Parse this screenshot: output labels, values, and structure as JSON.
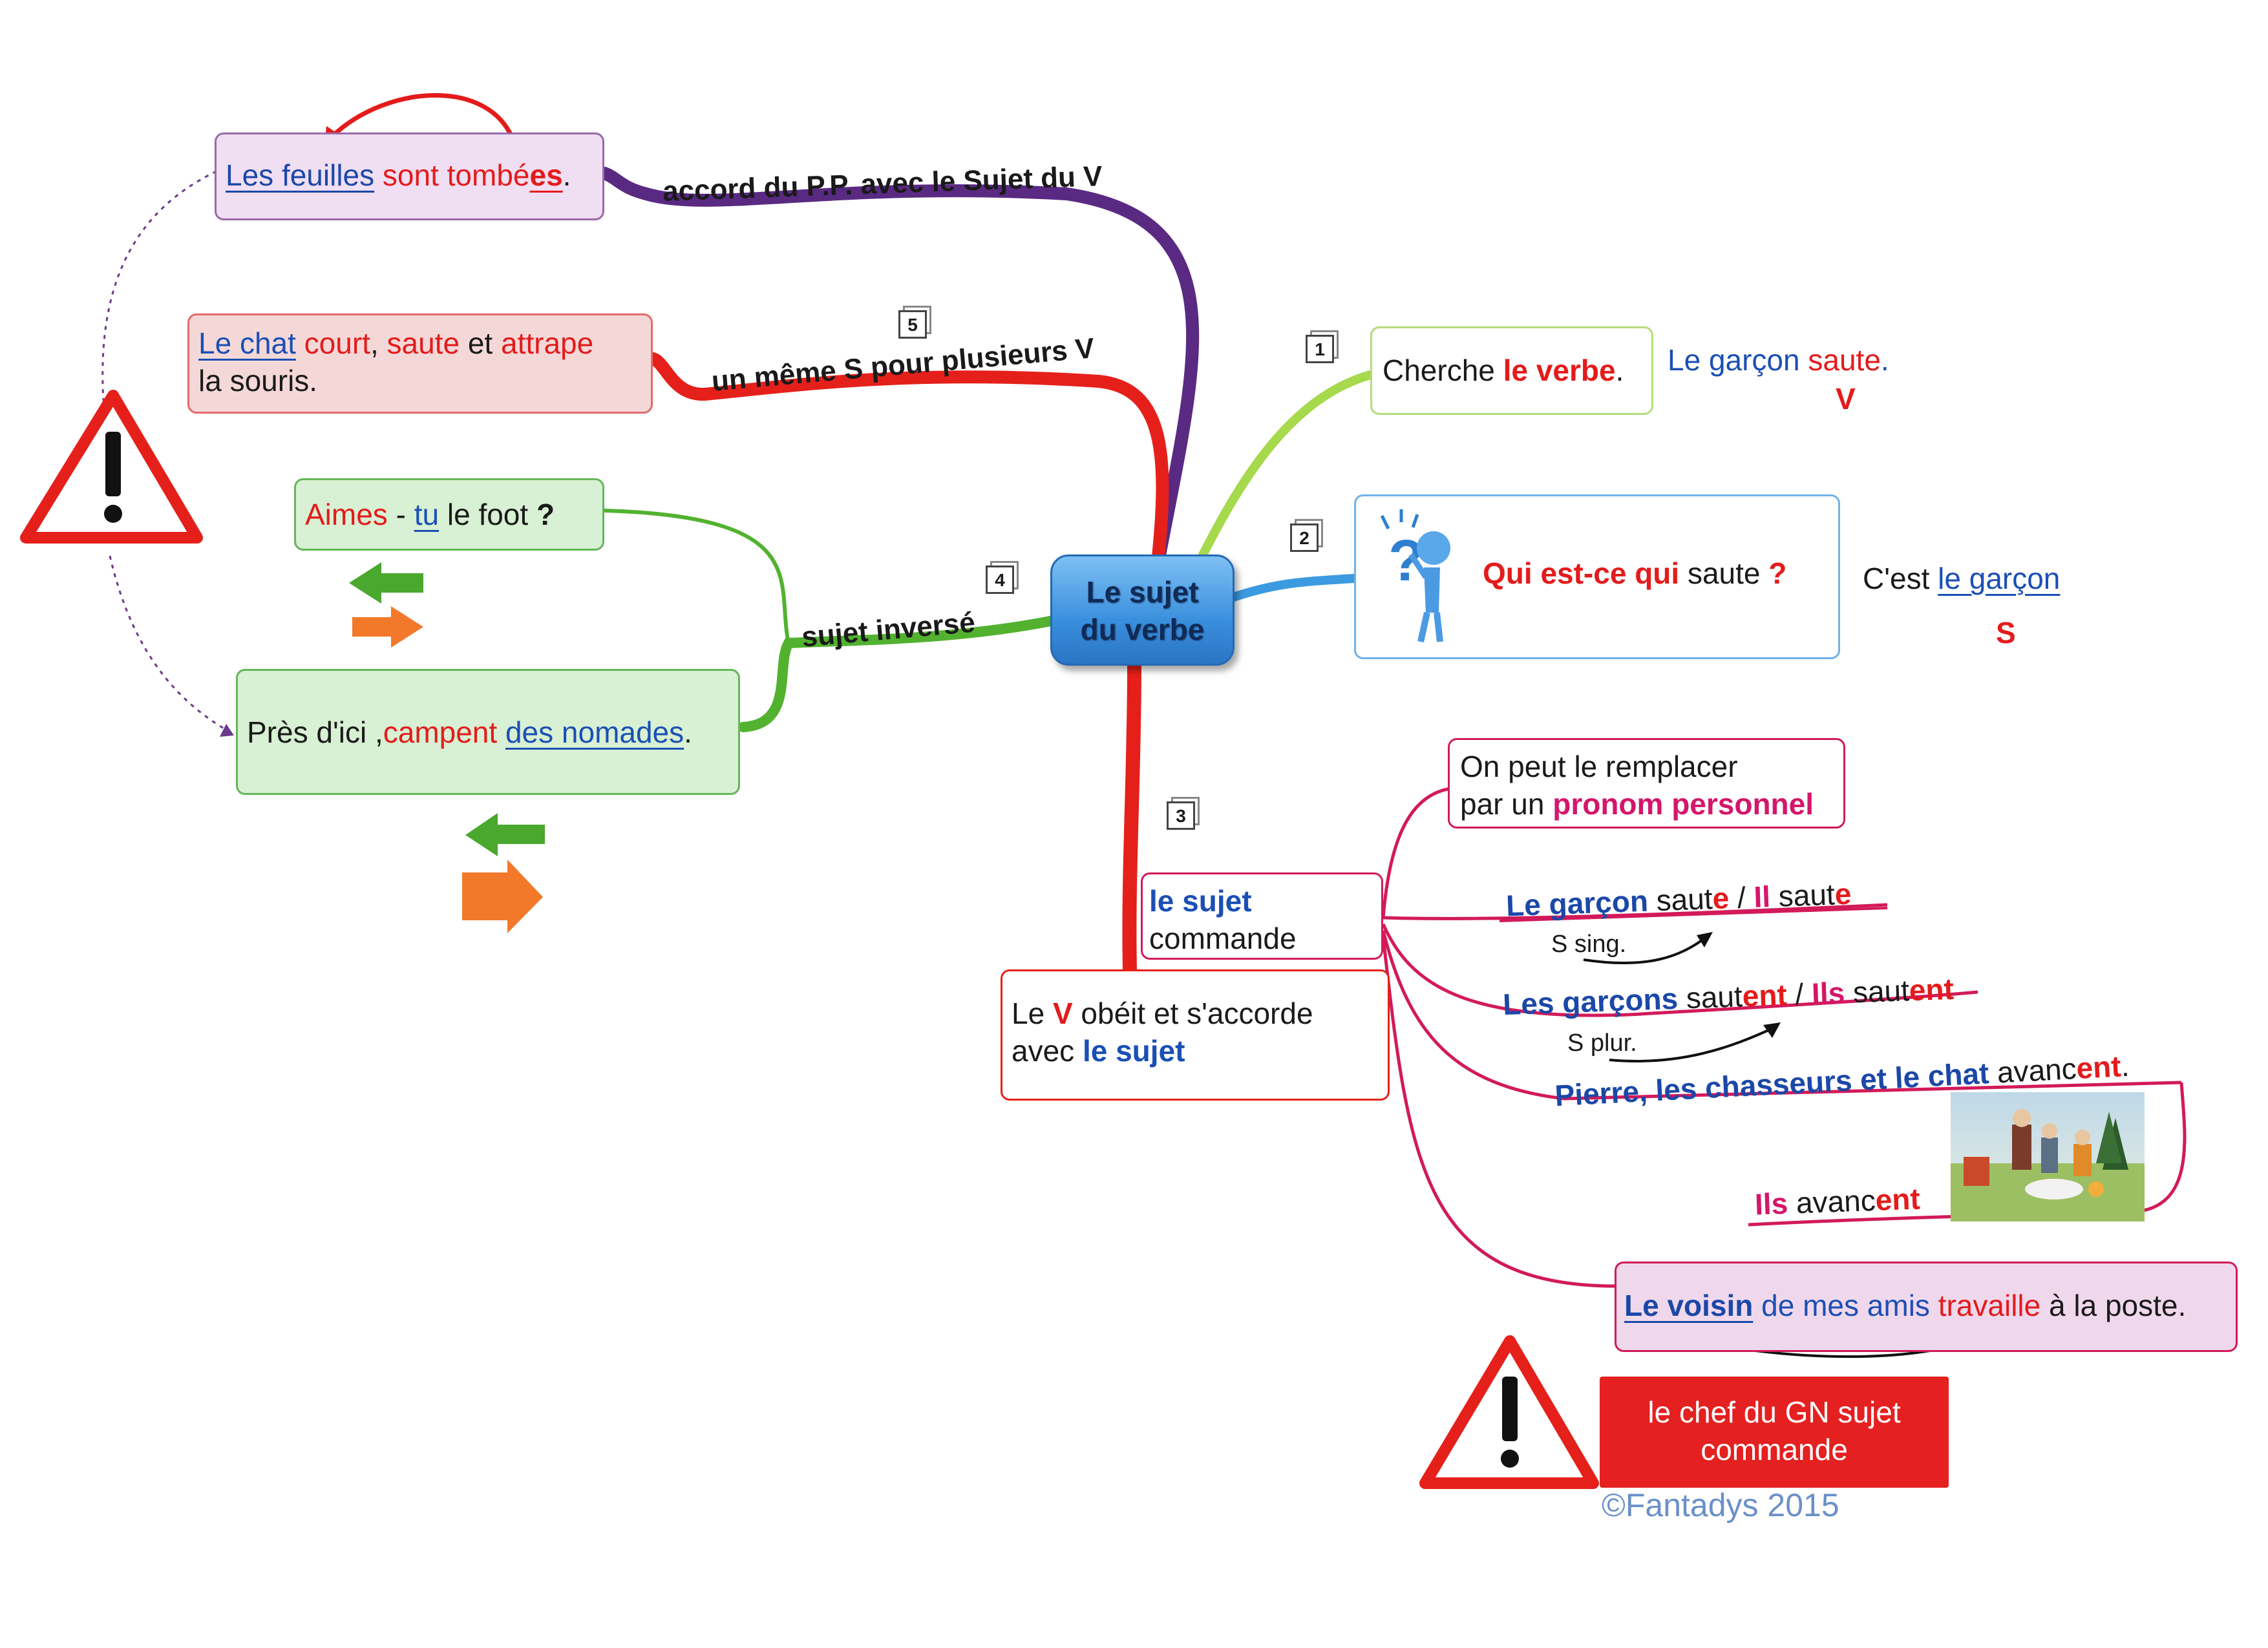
{
  "center": {
    "line1": "Le sujet",
    "line2": "du verbe"
  },
  "branches": {
    "b1": {
      "num": "1",
      "box_a": "Cherche ",
      "box_b": "le verbe",
      "box_c": ".",
      "ex_a": "Le garçon ",
      "ex_b": "saute",
      "ex_c": ".",
      "ex_mark": "V"
    },
    "b2": {
      "num": "2",
      "q_a": "Qui est-ce qui",
      "q_b": " saute ",
      "q_c": "?",
      "ans_a": "C'est ",
      "ans_b": "le garçon",
      "ans_mark": "S"
    },
    "b3": {
      "num": "3",
      "node_a": "le sujet",
      "node_b": "commande",
      "accord_a": "Le ",
      "accord_b": "V",
      "accord_c": " obéit et s'accorde",
      "accord_d": "avec ",
      "accord_e": "le sujet",
      "pronom_a": "On peut le remplacer",
      "pronom_b": "par un ",
      "pronom_c": "pronom personnel",
      "ex1": {
        "a": "Le garçon",
        "b": " saut",
        "c": "e",
        "d": " / ",
        "e": "Il",
        "f": " saut",
        "g": "e",
        "note": "S sing."
      },
      "ex2": {
        "a": "Les garçons",
        "b": " saut",
        "c": "ent",
        "d": " / ",
        "e": "Ils",
        "f": " saut",
        "g": "ent",
        "note": "S plur."
      },
      "ex3": {
        "a": "Pierre, les chasseurs et le chat",
        "b": " avanc",
        "c": "ent",
        "d": "."
      },
      "ex4": {
        "a": "Ils",
        "b": " avanc",
        "c": "ent"
      },
      "ex5": {
        "a": "Le voisin",
        "b": " de mes amis ",
        "c": "travaille",
        "d": " à la poste."
      }
    },
    "b4": {
      "num": "4",
      "label": "sujet inversé",
      "ex1": {
        "a": "Aimes",
        "b": " - ",
        "c": "tu",
        "d": " le foot ",
        "e": "?"
      },
      "ex2": {
        "a": "Près d'ici ,",
        "b": "campent",
        "c": " ",
        "d": "des nomades",
        "e": "."
      }
    },
    "b5": {
      "num": "5",
      "label": "un même S pour plusieurs V",
      "ex": {
        "a": "Le chat",
        "b": " court",
        "c": ", ",
        "d": "saute",
        "e": " et ",
        "f": "attrape",
        "g": "la souris."
      }
    },
    "b6": {
      "label": "accord du P.P. avec le Sujet du V",
      "ex": {
        "a": "Les feuilles",
        "b": " sont tombé",
        "c": "es",
        "d": "."
      }
    }
  },
  "warning": {
    "chef_line1": "le chef du GN sujet",
    "chef_line2": "commande"
  },
  "copyright": "©Fantadys 2015",
  "colors": {
    "purple": "#5a2a83",
    "red": "#e5201b",
    "lime": "#a6d94c",
    "skyblue": "#3c9be0",
    "green": "#52b230",
    "crimson": "#d21a5a",
    "center": "#3a8fdd"
  }
}
